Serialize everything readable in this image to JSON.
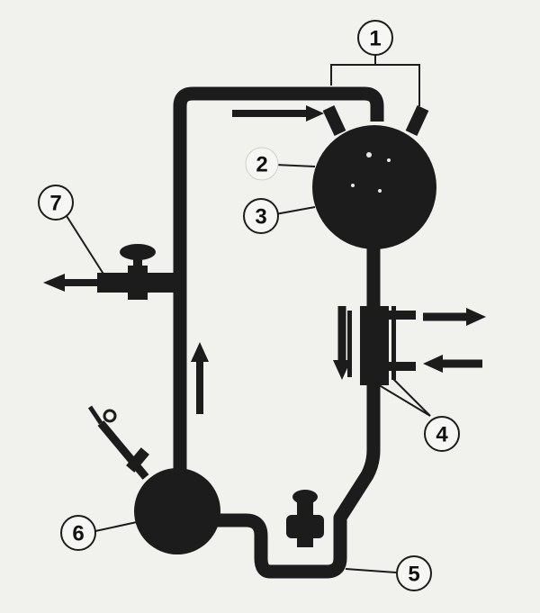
{
  "diagram": {
    "labels": [
      {
        "id": "1",
        "text": "1"
      },
      {
        "id": "2",
        "text": "2"
      },
      {
        "id": "3",
        "text": "3"
      },
      {
        "id": "4",
        "text": "4"
      },
      {
        "id": "5",
        "text": "5"
      },
      {
        "id": "6",
        "text": "6"
      },
      {
        "id": "7",
        "text": "7"
      }
    ],
    "colors": {
      "background": "#f1f1ee",
      "ink": "#1c1c1c"
    }
  }
}
